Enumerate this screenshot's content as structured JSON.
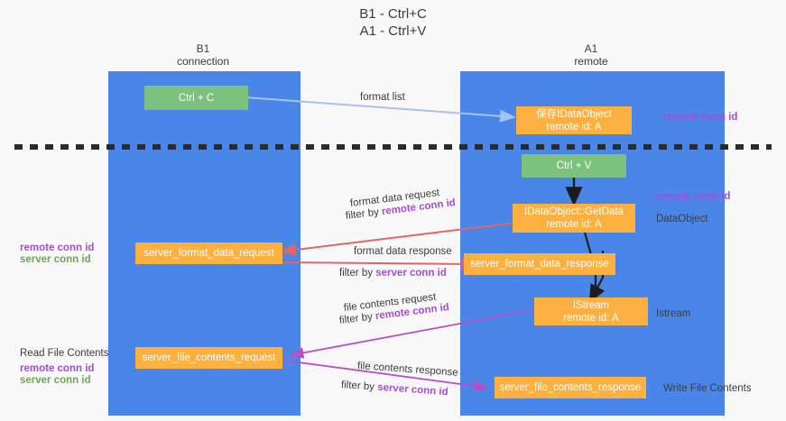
{
  "title": {
    "line1": "B1 - Ctrl+C",
    "line2": "A1 - Ctrl+V"
  },
  "columns": [
    {
      "id": "b1",
      "name": "B1",
      "role": "connection"
    },
    {
      "id": "a1",
      "name": "A1",
      "role": "remote"
    }
  ],
  "colors": {
    "lane": "#4a86e8",
    "node_green": "#7dc17e",
    "node_orange": "#fbb03f",
    "accent_purple": "#a64dd4",
    "accent_green": "#6aa84f",
    "arrow_blue": "#a4c2f4",
    "arrow_red": "#e06666",
    "arrow_magenta": "#b84dc8",
    "arrow_black": "#1c1c1c",
    "divider": "#2b2b2b",
    "background": "#f8f8f8"
  },
  "nodes": {
    "ctrl_c": {
      "label": "Ctrl + C",
      "shape": "green-box"
    },
    "save_idataobject": {
      "line1": "保存IDataObject",
      "line2": "remote id: A",
      "shape": "orange-box"
    },
    "ctrl_v": {
      "label": "Ctrl + V",
      "shape": "green-box"
    },
    "getdata": {
      "line1": "IDataObject::GetData",
      "line2": "remote id: A",
      "shape": "orange-box"
    },
    "server_format_data_request": {
      "label": "server_format_data_request",
      "shape": "orange-box"
    },
    "server_format_data_response": {
      "label": "server_format_data_response",
      "shape": "orange-box"
    },
    "istream": {
      "line1": "IStream",
      "line2": "remote id: A",
      "shape": "orange-box"
    },
    "server_file_contents_request": {
      "label": "server_file_contents_request",
      "shape": "orange-box"
    },
    "server_file_contents_response": {
      "label": "server_file_contents_response",
      "shape": "orange-box"
    }
  },
  "edges": [
    {
      "id": "format-list",
      "label": "format list",
      "filter_prefix": "",
      "filter_key": "",
      "color": "#a4c2f4"
    },
    {
      "id": "format-data-request",
      "label": "format data request",
      "filter_prefix": "filter by ",
      "filter_key": "remote conn id",
      "color": "#e06666"
    },
    {
      "id": "format-data-response",
      "label": "format data response",
      "filter_prefix": "filter by ",
      "filter_key": "server conn id",
      "color": "#e06666"
    },
    {
      "id": "file-contents-request",
      "label": "file contents request",
      "filter_prefix": "filter by ",
      "filter_key": "remote conn id",
      "color": "#b84dc8"
    },
    {
      "id": "file-contents-response",
      "label": "file contents response",
      "filter_prefix": "filter by ",
      "filter_key": "server conn id",
      "color": "#b84dc8"
    }
  ],
  "annotations": {
    "right": {
      "remote_conn_id_top": "remote conn id",
      "remote_conn_id_mid": "remote conn id",
      "dataobject": "DataObject",
      "istream": "Istream",
      "write_file_contents": "Write File Contents"
    },
    "left": {
      "remote_conn_id": "remote conn id",
      "server_conn_id": "server conn id",
      "read_file_contents": "Read File Contents",
      "remote_conn_id_2": "remote conn id",
      "server_conn_id_2": "server conn id"
    }
  }
}
